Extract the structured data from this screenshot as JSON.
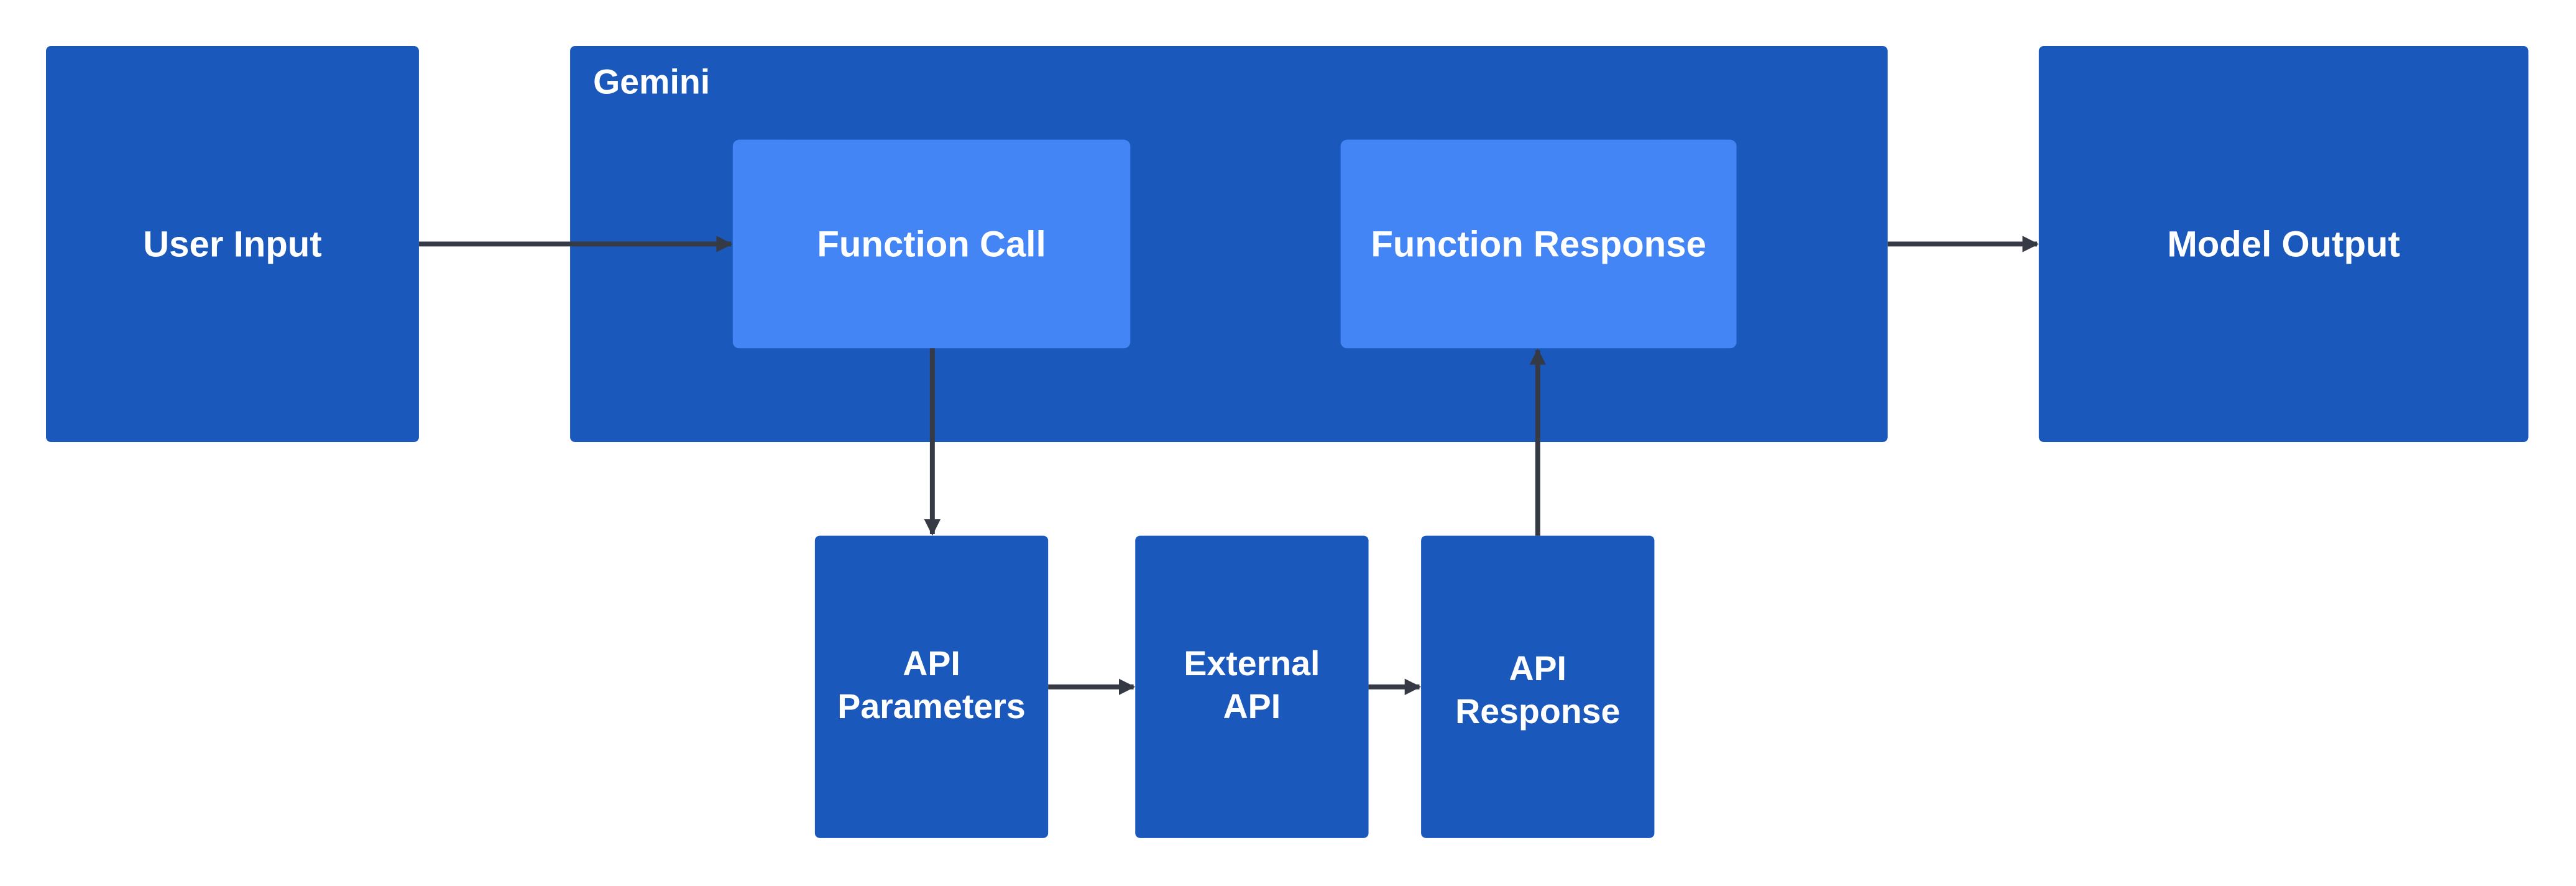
{
  "diagram": {
    "nodes": {
      "user_input": "User Input",
      "gemini": "Gemini",
      "function_call": "Function Call",
      "function_response": "Function Response",
      "model_output": "Model Output",
      "api_parameters": "API\nParameters",
      "external_api": "External\nAPI",
      "api_response": "API\nResponse"
    },
    "colors": {
      "box_dark": "#1a58bb",
      "box_light": "#4385f5",
      "arrow": "#363a44",
      "text": "#ffffff"
    }
  }
}
